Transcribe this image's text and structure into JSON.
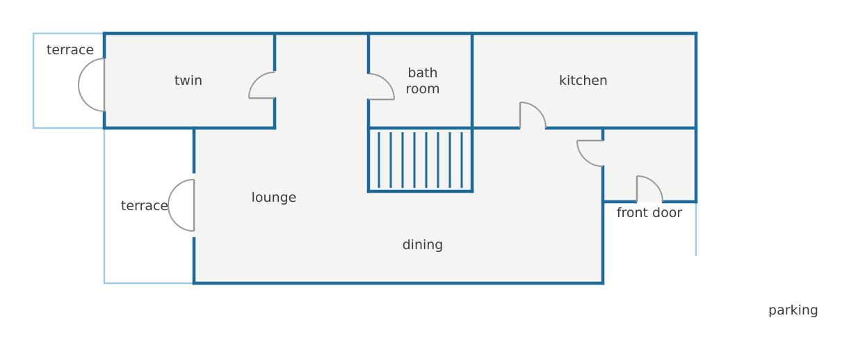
{
  "rooms": {
    "terrace_top": "terrace",
    "twin": "twin",
    "bath_line1": "bath",
    "bath_line2": "room",
    "kitchen": "kitchen",
    "terrace_left": "terrace",
    "lounge": "lounge",
    "dining": "dining",
    "front_door": "front door",
    "parking": "parking"
  },
  "colors": {
    "wall": "#1d6a9a",
    "outline": "#9fcbe4",
    "floor": "#f4f4f3",
    "door": "#9a9a9a",
    "text": "#3b3b3b"
  }
}
